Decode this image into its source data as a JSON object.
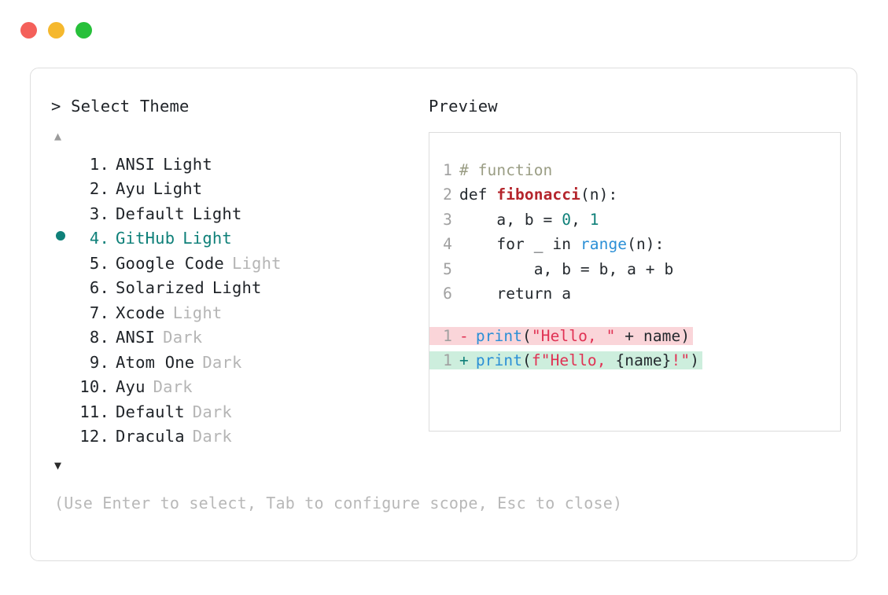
{
  "window": {
    "traffic_lights": [
      {
        "name": "close-button",
        "color": "#f4605a"
      },
      {
        "name": "minimize-button",
        "color": "#f5b82e"
      },
      {
        "name": "maximize-button",
        "color": "#27c03a"
      }
    ]
  },
  "prompt": {
    "text": "> Select Theme"
  },
  "scroll": {
    "up_arrow": "▲",
    "down_arrow": "▼"
  },
  "preview": {
    "label": "Preview"
  },
  "themes": [
    {
      "index": "1.",
      "name": "ANSI",
      "suffix": "Light",
      "suffix_muted": false,
      "selected": false
    },
    {
      "index": "2.",
      "name": "Ayu",
      "suffix": "Light",
      "suffix_muted": false,
      "selected": false
    },
    {
      "index": "3.",
      "name": "Default",
      "suffix": "Light",
      "suffix_muted": false,
      "selected": false
    },
    {
      "index": "4.",
      "name": "GitHub",
      "suffix": "Light",
      "suffix_muted": false,
      "selected": true
    },
    {
      "index": "5.",
      "name": "Google Code",
      "suffix": "Light",
      "suffix_muted": true,
      "selected": false
    },
    {
      "index": "6.",
      "name": "Solarized",
      "suffix": "Light",
      "suffix_muted": false,
      "selected": false
    },
    {
      "index": "7.",
      "name": "Xcode",
      "suffix": "Light",
      "suffix_muted": true,
      "selected": false
    },
    {
      "index": "8.",
      "name": "ANSI",
      "suffix": "Dark",
      "suffix_muted": true,
      "selected": false
    },
    {
      "index": "9.",
      "name": "Atom One",
      "suffix": "Dark",
      "suffix_muted": true,
      "selected": false
    },
    {
      "index": "10.",
      "name": "Ayu",
      "suffix": "Dark",
      "suffix_muted": true,
      "selected": false
    },
    {
      "index": "11.",
      "name": "Default",
      "suffix": "Dark",
      "suffix_muted": true,
      "selected": false
    },
    {
      "index": "12.",
      "name": "Dracula",
      "suffix": "Dark",
      "suffix_muted": true,
      "selected": false
    }
  ],
  "selected_theme": "GitHub Light",
  "hint": {
    "text": "(Use Enter to select, Tab to configure scope, Esc to close)"
  },
  "code": {
    "lines": [
      {
        "num": "1",
        "tokens": [
          {
            "t": "# function",
            "c": "tok-comment"
          }
        ]
      },
      {
        "num": "2",
        "tokens": [
          {
            "t": "def ",
            "c": "tok-kw"
          },
          {
            "t": "fibonacci",
            "c": "tok-fn"
          },
          {
            "t": "(n):",
            "c": "tok-punc"
          }
        ]
      },
      {
        "num": "3",
        "tokens": [
          {
            "t": "    a, b = ",
            "c": "tok-kw"
          },
          {
            "t": "0",
            "c": "tok-num"
          },
          {
            "t": ", ",
            "c": "tok-punc"
          },
          {
            "t": "1",
            "c": "tok-num"
          }
        ]
      },
      {
        "num": "4",
        "tokens": [
          {
            "t": "    for _ in ",
            "c": "tok-kw"
          },
          {
            "t": "range",
            "c": "tok-builtin"
          },
          {
            "t": "(n):",
            "c": "tok-punc"
          }
        ]
      },
      {
        "num": "5",
        "tokens": [
          {
            "t": "        a, b = b, a + b",
            "c": "tok-kw"
          }
        ]
      },
      {
        "num": "6",
        "tokens": [
          {
            "t": "    return a",
            "c": "tok-kw"
          }
        ]
      }
    ],
    "diff": [
      {
        "num": "1",
        "kind": "del",
        "marker": "-",
        "tokens": [
          {
            "t": "print",
            "c": "tok-call"
          },
          {
            "t": "(",
            "c": "tok-punc"
          },
          {
            "t": "\"Hello, \"",
            "c": "tok-str"
          },
          {
            "t": " + name)",
            "c": "tok-punc"
          }
        ]
      },
      {
        "num": "1",
        "kind": "add",
        "marker": "+",
        "tokens": [
          {
            "t": "print",
            "c": "tok-call"
          },
          {
            "t": "(",
            "c": "tok-punc"
          },
          {
            "t": "f\"Hello, ",
            "c": "tok-str"
          },
          {
            "t": "{name}",
            "c": "tok-punc"
          },
          {
            "t": "!\"",
            "c": "tok-str"
          },
          {
            "t": ")",
            "c": "tok-punc"
          }
        ]
      }
    ]
  },
  "colors": {
    "accent": "#0f8079",
    "muted": "#b5b5b5",
    "text": "#1f2328",
    "border": "#dedede",
    "diff_del_bg": "#fad5d9",
    "diff_add_bg": "#cdeedd",
    "string": "#e03153",
    "function": "#b4252c",
    "builtin": "#2b8fd6",
    "comment": "#9a9d84"
  }
}
